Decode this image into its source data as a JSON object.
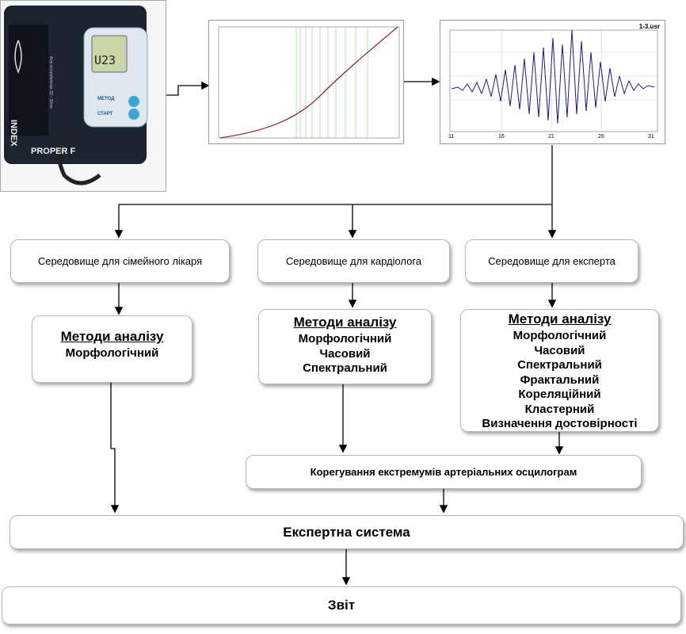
{
  "environments": [
    {
      "label": "Середовище для сімейного лікаря"
    },
    {
      "label": "Середовище для кардіолога"
    },
    {
      "label": "Середовище для експерта"
    }
  ],
  "methods": {
    "heading": "Методи аналізу",
    "family_doctor": [
      "Морфологічний"
    ],
    "cardiologist": [
      "Морфологічний",
      "Часовий",
      "Спектральний"
    ],
    "expert": [
      "Морфологічний",
      "Часовий",
      "Спектральний",
      "Фрактальний",
      "Кореляційний",
      "Кластерний",
      "Визначення достовірності"
    ]
  },
  "correction_box": "Корегування екстремумів артеріальних осцилограм",
  "expert_system": "Експертна система",
  "report": "Звіт",
  "device": {
    "display_time": "U23",
    "button_method": "МЕТОД",
    "button_start": "СТАРТ",
    "cuff_label_index": "INDEX",
    "cuff_label_proper": "PROPER F",
    "cuff_circumference": "Arm circumference 22 - 32cm",
    "brand_color": "#3fa7d6"
  },
  "oscillogram": {
    "title": "1-3.usr",
    "x_ticks": [
      "11",
      "16",
      "21",
      "26",
      "31"
    ],
    "line_color": "#1b1b7a"
  },
  "trend_plot": {
    "curve_color": "#8b1a1a",
    "grid_color": "#9fdf9f"
  },
  "icons": {
    "arrow": "arrow-down-icon"
  }
}
